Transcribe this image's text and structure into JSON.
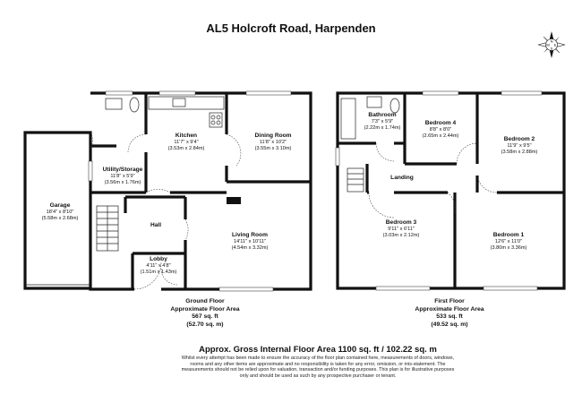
{
  "title": "AL5 Holcroft Road, Harpenden",
  "compass": {
    "letters": [
      "N",
      "S",
      "E",
      "W"
    ]
  },
  "ground_floor": {
    "rooms": [
      {
        "name": "Garage",
        "dims": "18'4\" x 8'10\"",
        "metric": "(5.58m x 2.68m)"
      },
      {
        "name": "Kitchen",
        "dims": "11'7\" x 9'4\"",
        "metric": "(3.53m x 2.84m)"
      },
      {
        "name": "Dining Room",
        "dims": "11'8\" x 10'2\"",
        "metric": "(3.55m x 3.10m)"
      },
      {
        "name": "Utility/Storage",
        "dims": "11'8\" x 5'9\"",
        "metric": "(3.56m x 1.76m)"
      },
      {
        "name": "Hall"
      },
      {
        "name": "Living Room",
        "dims": "14'11\" x 10'11\"",
        "metric": "(4.54m x 3.32m)"
      },
      {
        "name": "Lobby",
        "dims": "4'11\" x 4'8\"",
        "metric": "(1.51m x 1.43m)"
      }
    ],
    "caption": {
      "name": "Ground Floor",
      "label": "Approximate Floor Area",
      "sqft": "567 sq. ft",
      "sqm": "(52.70 sq. m)"
    }
  },
  "first_floor": {
    "rooms": [
      {
        "name": "Bathroom",
        "dims": "7'3\" x 5'9\"",
        "metric": "(2.22m x 1.74m)"
      },
      {
        "name": "Bedroom 4",
        "dims": "8'8\" x 8'0\"",
        "metric": "(2.65m x 2.44m)"
      },
      {
        "name": "Bedroom 2",
        "dims": "11'9\" x 9'5\"",
        "metric": "(3.58m x 2.88m)"
      },
      {
        "name": "Landing"
      },
      {
        "name": "Bedroom 3",
        "dims": "9'11\" x 6'11\"",
        "metric": "(3.03m x 2.12m)"
      },
      {
        "name": "Bedroom 1",
        "dims": "12'6\" x 11'0\"",
        "metric": "(3.80m x 3.36m)"
      }
    ],
    "caption": {
      "name": "First Floor",
      "label": "Approximate Floor Area",
      "sqft": "533 sq. ft",
      "sqm": "(49.52 sq. m)"
    }
  },
  "gross_area": "Approx. Gross Internal Floor Area 1100 sq. ft / 102.22 sq. m",
  "disclaimer": [
    "Whilst every attempt has been made to ensure the accuracy of the floor plan contained here, measurements of doors, windows,",
    "rooms and any other items are approximate and no responsibility is taken for any error, omission, or mis-statement. The",
    "measurements should not be relied upon for valuation, transaction and/or funding purposes. This plan is for illustrative purposes",
    "only and should be used as such by any prospective purchaser or tenant."
  ]
}
